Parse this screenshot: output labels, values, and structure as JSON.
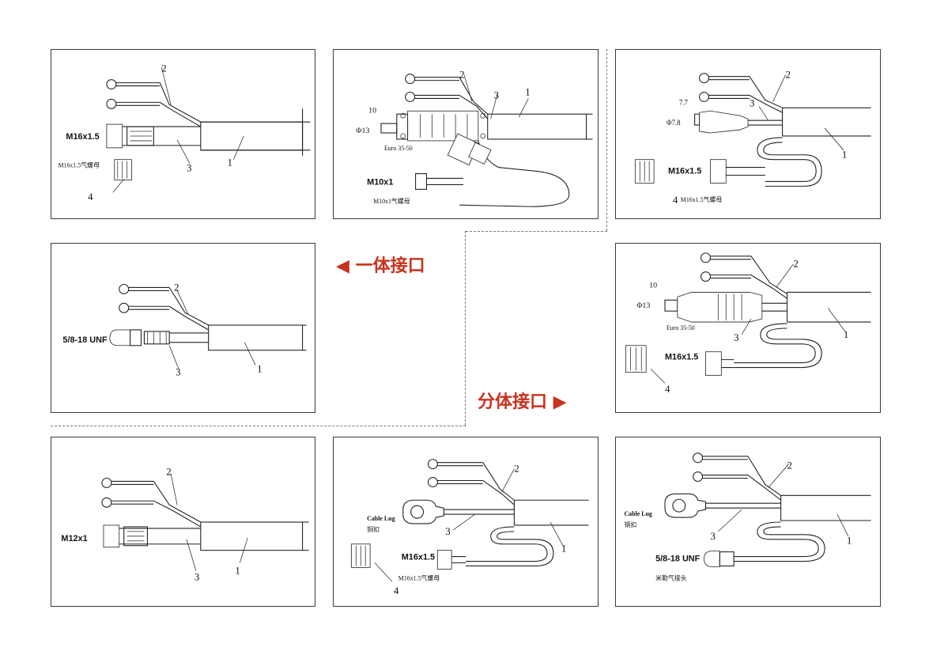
{
  "sections": {
    "integrated": "◀ 一体接口",
    "split": "分体接口 ▶"
  },
  "panels": [
    {
      "id": "p1",
      "thread": "M16x1.5",
      "nut_note": "M16x1.5气螺母",
      "callouts": [
        "1",
        "2",
        "3",
        "4"
      ]
    },
    {
      "id": "p2",
      "dim_a": "10",
      "dim_b": "Φ13",
      "euro": "Euro 35-50",
      "thread": "M10x1",
      "nut_note": "M10x1气螺母",
      "callouts": [
        "1",
        "2",
        "3"
      ]
    },
    {
      "id": "p3",
      "dim_a": "7.7",
      "dim_b": "Φ7.8",
      "thread": "M16x1.5",
      "nut_note": "M16x1.5气螺母",
      "callouts": [
        "1",
        "2",
        "3",
        "4"
      ]
    },
    {
      "id": "p4",
      "thread": "5/8-18 UNF",
      "callouts": [
        "1",
        "2",
        "3"
      ]
    },
    {
      "id": "p5",
      "dim_a": "10",
      "dim_b": "Φ13",
      "euro": "Euro 35-50",
      "thread": "M16x1.5",
      "callouts": [
        "1",
        "2",
        "3",
        "4"
      ]
    },
    {
      "id": "p6",
      "thread": "M12x1",
      "callouts": [
        "1",
        "2",
        "3"
      ]
    },
    {
      "id": "p7",
      "lug_en": "Cable Lug",
      "lug_cn": "铜扣",
      "thread": "M16x1.5",
      "nut_note": "M16x1.5气螺母",
      "callouts": [
        "1",
        "2",
        "3",
        "4"
      ]
    },
    {
      "id": "p8",
      "lug_en": "Cable Lug",
      "lug_cn": "铜扣",
      "thread": "5/8-18 UNF",
      "nut_note": "米勒气接头",
      "callouts": [
        "1",
        "2",
        "3"
      ]
    }
  ]
}
